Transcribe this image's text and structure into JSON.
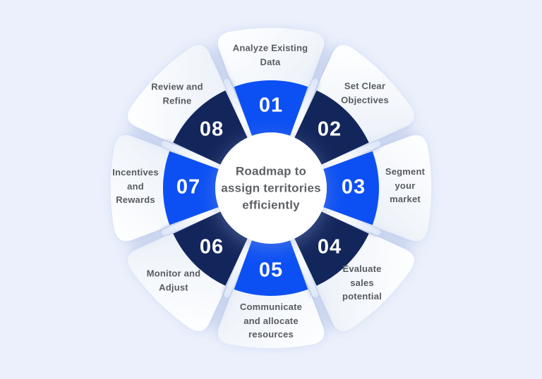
{
  "colors": {
    "background": "#EBF0FC",
    "blue": "#0C50F4",
    "navy": "#13265C",
    "petal_light": "#FDFEFF",
    "petal_dark": "#E3EAF5",
    "separator": "#FFFFFF",
    "label_text": "#585C62",
    "number_text": "#FFFFFF"
  },
  "center": {
    "title": "Roadmap to assign territories efficiently",
    "lines": [
      "Roadmap to",
      "assign territories",
      "efficiently"
    ]
  },
  "steps": [
    {
      "number": "01",
      "label": "Analyze Existing Data",
      "lines": [
        "Analyze Existing",
        "Data"
      ]
    },
    {
      "number": "02",
      "label": "Set Clear Objectives",
      "lines": [
        "Set Clear",
        "Objectives"
      ]
    },
    {
      "number": "03",
      "label": "Segment your market",
      "lines": [
        "Segment",
        "your",
        "market"
      ]
    },
    {
      "number": "04",
      "label": "Evaluate sales potential",
      "lines": [
        "Evaluate",
        "sales",
        "potential"
      ]
    },
    {
      "number": "05",
      "label": "Communicate and allocate resources",
      "lines": [
        "Communicate",
        "and allocate",
        "resources"
      ]
    },
    {
      "number": "06",
      "label": "Monitor and Adjust",
      "lines": [
        "Monitor and",
        "Adjust"
      ]
    },
    {
      "number": "07",
      "label": "Incentives and Rewards",
      "lines": [
        "Incentives",
        "and",
        "Rewards"
      ]
    },
    {
      "number": "08",
      "label": "Review and Refine",
      "lines": [
        "Review and",
        "Refine"
      ]
    }
  ]
}
